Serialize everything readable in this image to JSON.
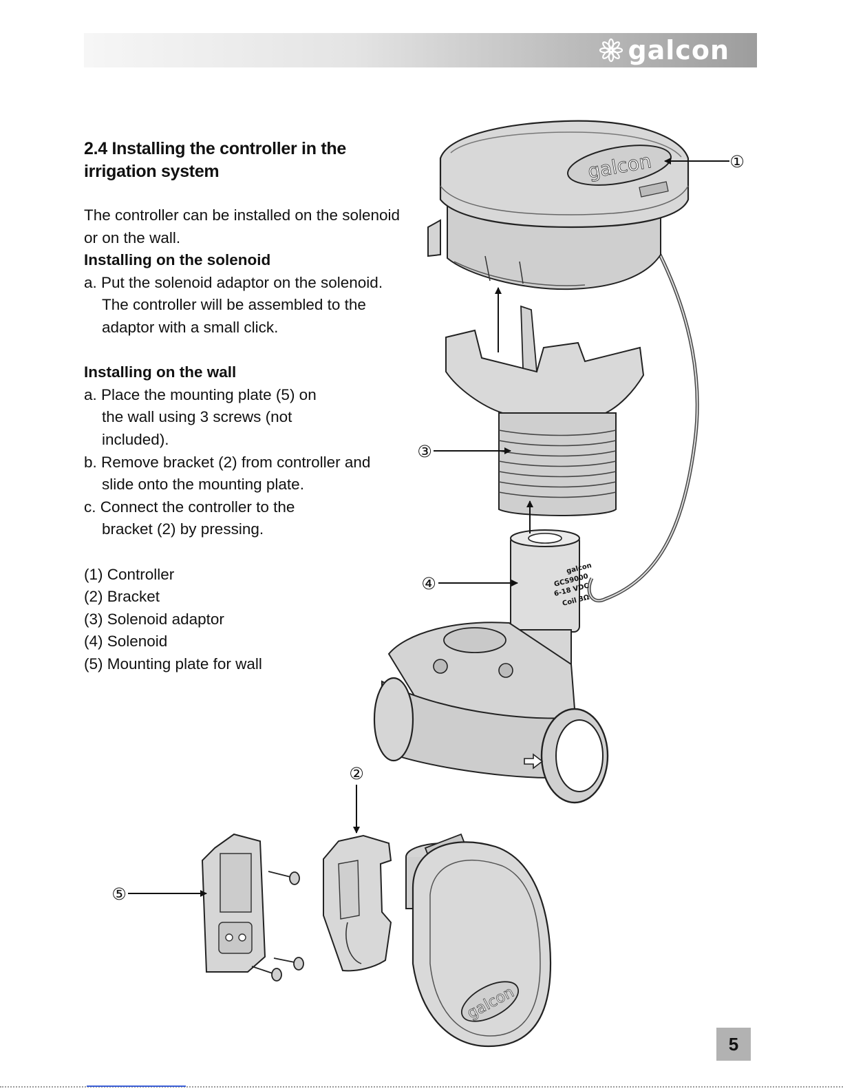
{
  "header": {
    "brand": "galcon",
    "brand_icon": "flower-icon"
  },
  "section": {
    "title": "2.4 Installing the controller in the irrigation system"
  },
  "intro": "The controller can be installed on the solenoid or on the wall.",
  "solenoid_install": {
    "heading": "Installing on the solenoid",
    "steps": [
      "a. Put the solenoid adaptor on the solenoid. The controller will be assembled to the adaptor with a small click."
    ]
  },
  "wall_install": {
    "heading": "Installing on the wall",
    "steps": [
      "a. Place the mounting plate (5) on the  wall using 3 screws (not included).",
      "b. Remove bracket (2) from controller and slide onto the mounting plate.",
      "c. Connect the controller to the bracket (2) by pressing."
    ]
  },
  "legend": [
    "(1) Controller",
    "(2) Bracket",
    "(3) Solenoid adaptor",
    "(4) Solenoid",
    "(5) Mounting plate for wall"
  ],
  "callouts": [
    "①",
    "②",
    "③",
    "④",
    "⑤"
  ],
  "device_logo": "galcon",
  "solenoid_label": [
    "galcon",
    "GCS9000",
    "6-18 VDC",
    "Coil 3Ω"
  ],
  "page_number": "5"
}
